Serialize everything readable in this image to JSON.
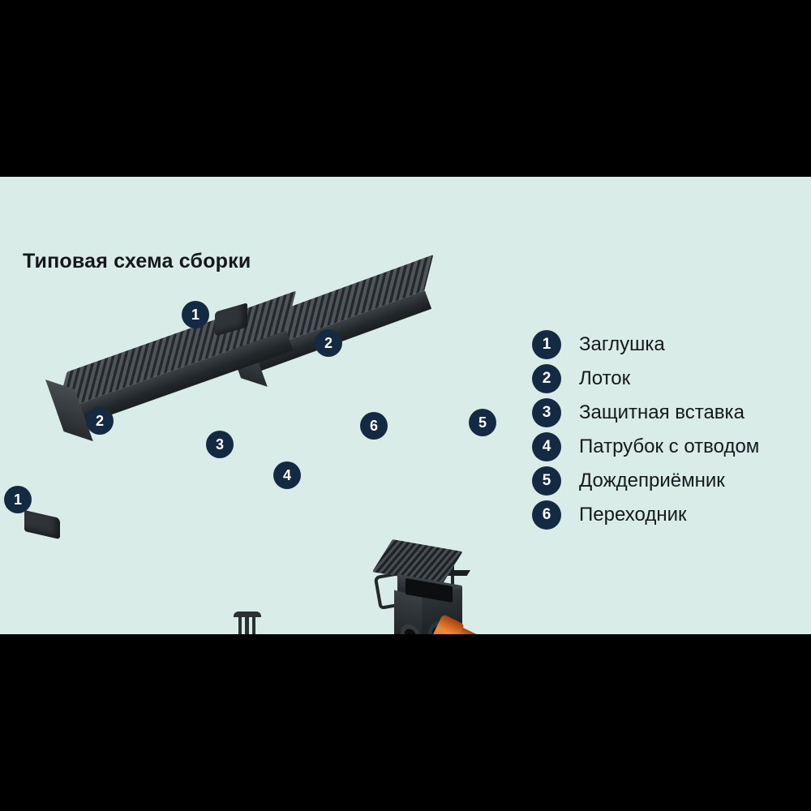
{
  "diagram": {
    "title": "Типовая схема сборки",
    "background_color": "#daece7",
    "badge_color": "#132a42",
    "pipe_color": "#ee7a27",
    "part_color": "#2f3438"
  },
  "legend": {
    "items": [
      {
        "number": "1",
        "label": "Заглушка"
      },
      {
        "number": "2",
        "label": "Лоток"
      },
      {
        "number": "3",
        "label": "Защитная вставка"
      },
      {
        "number": "4",
        "label": "Патрубок с отводом"
      },
      {
        "number": "5",
        "label": "Дождеприёмник"
      },
      {
        "number": "6",
        "label": "Переходник"
      }
    ]
  },
  "callouts": [
    {
      "number": "1",
      "part": "end-cap-upper"
    },
    {
      "number": "2",
      "part": "channel-upper"
    },
    {
      "number": "2",
      "part": "channel-lower"
    },
    {
      "number": "1",
      "part": "end-cap-lower"
    },
    {
      "number": "3",
      "part": "protective-insert"
    },
    {
      "number": "4",
      "part": "outlet-fitting"
    },
    {
      "number": "6",
      "part": "adapter"
    },
    {
      "number": "5",
      "part": "catch-basin"
    }
  ]
}
